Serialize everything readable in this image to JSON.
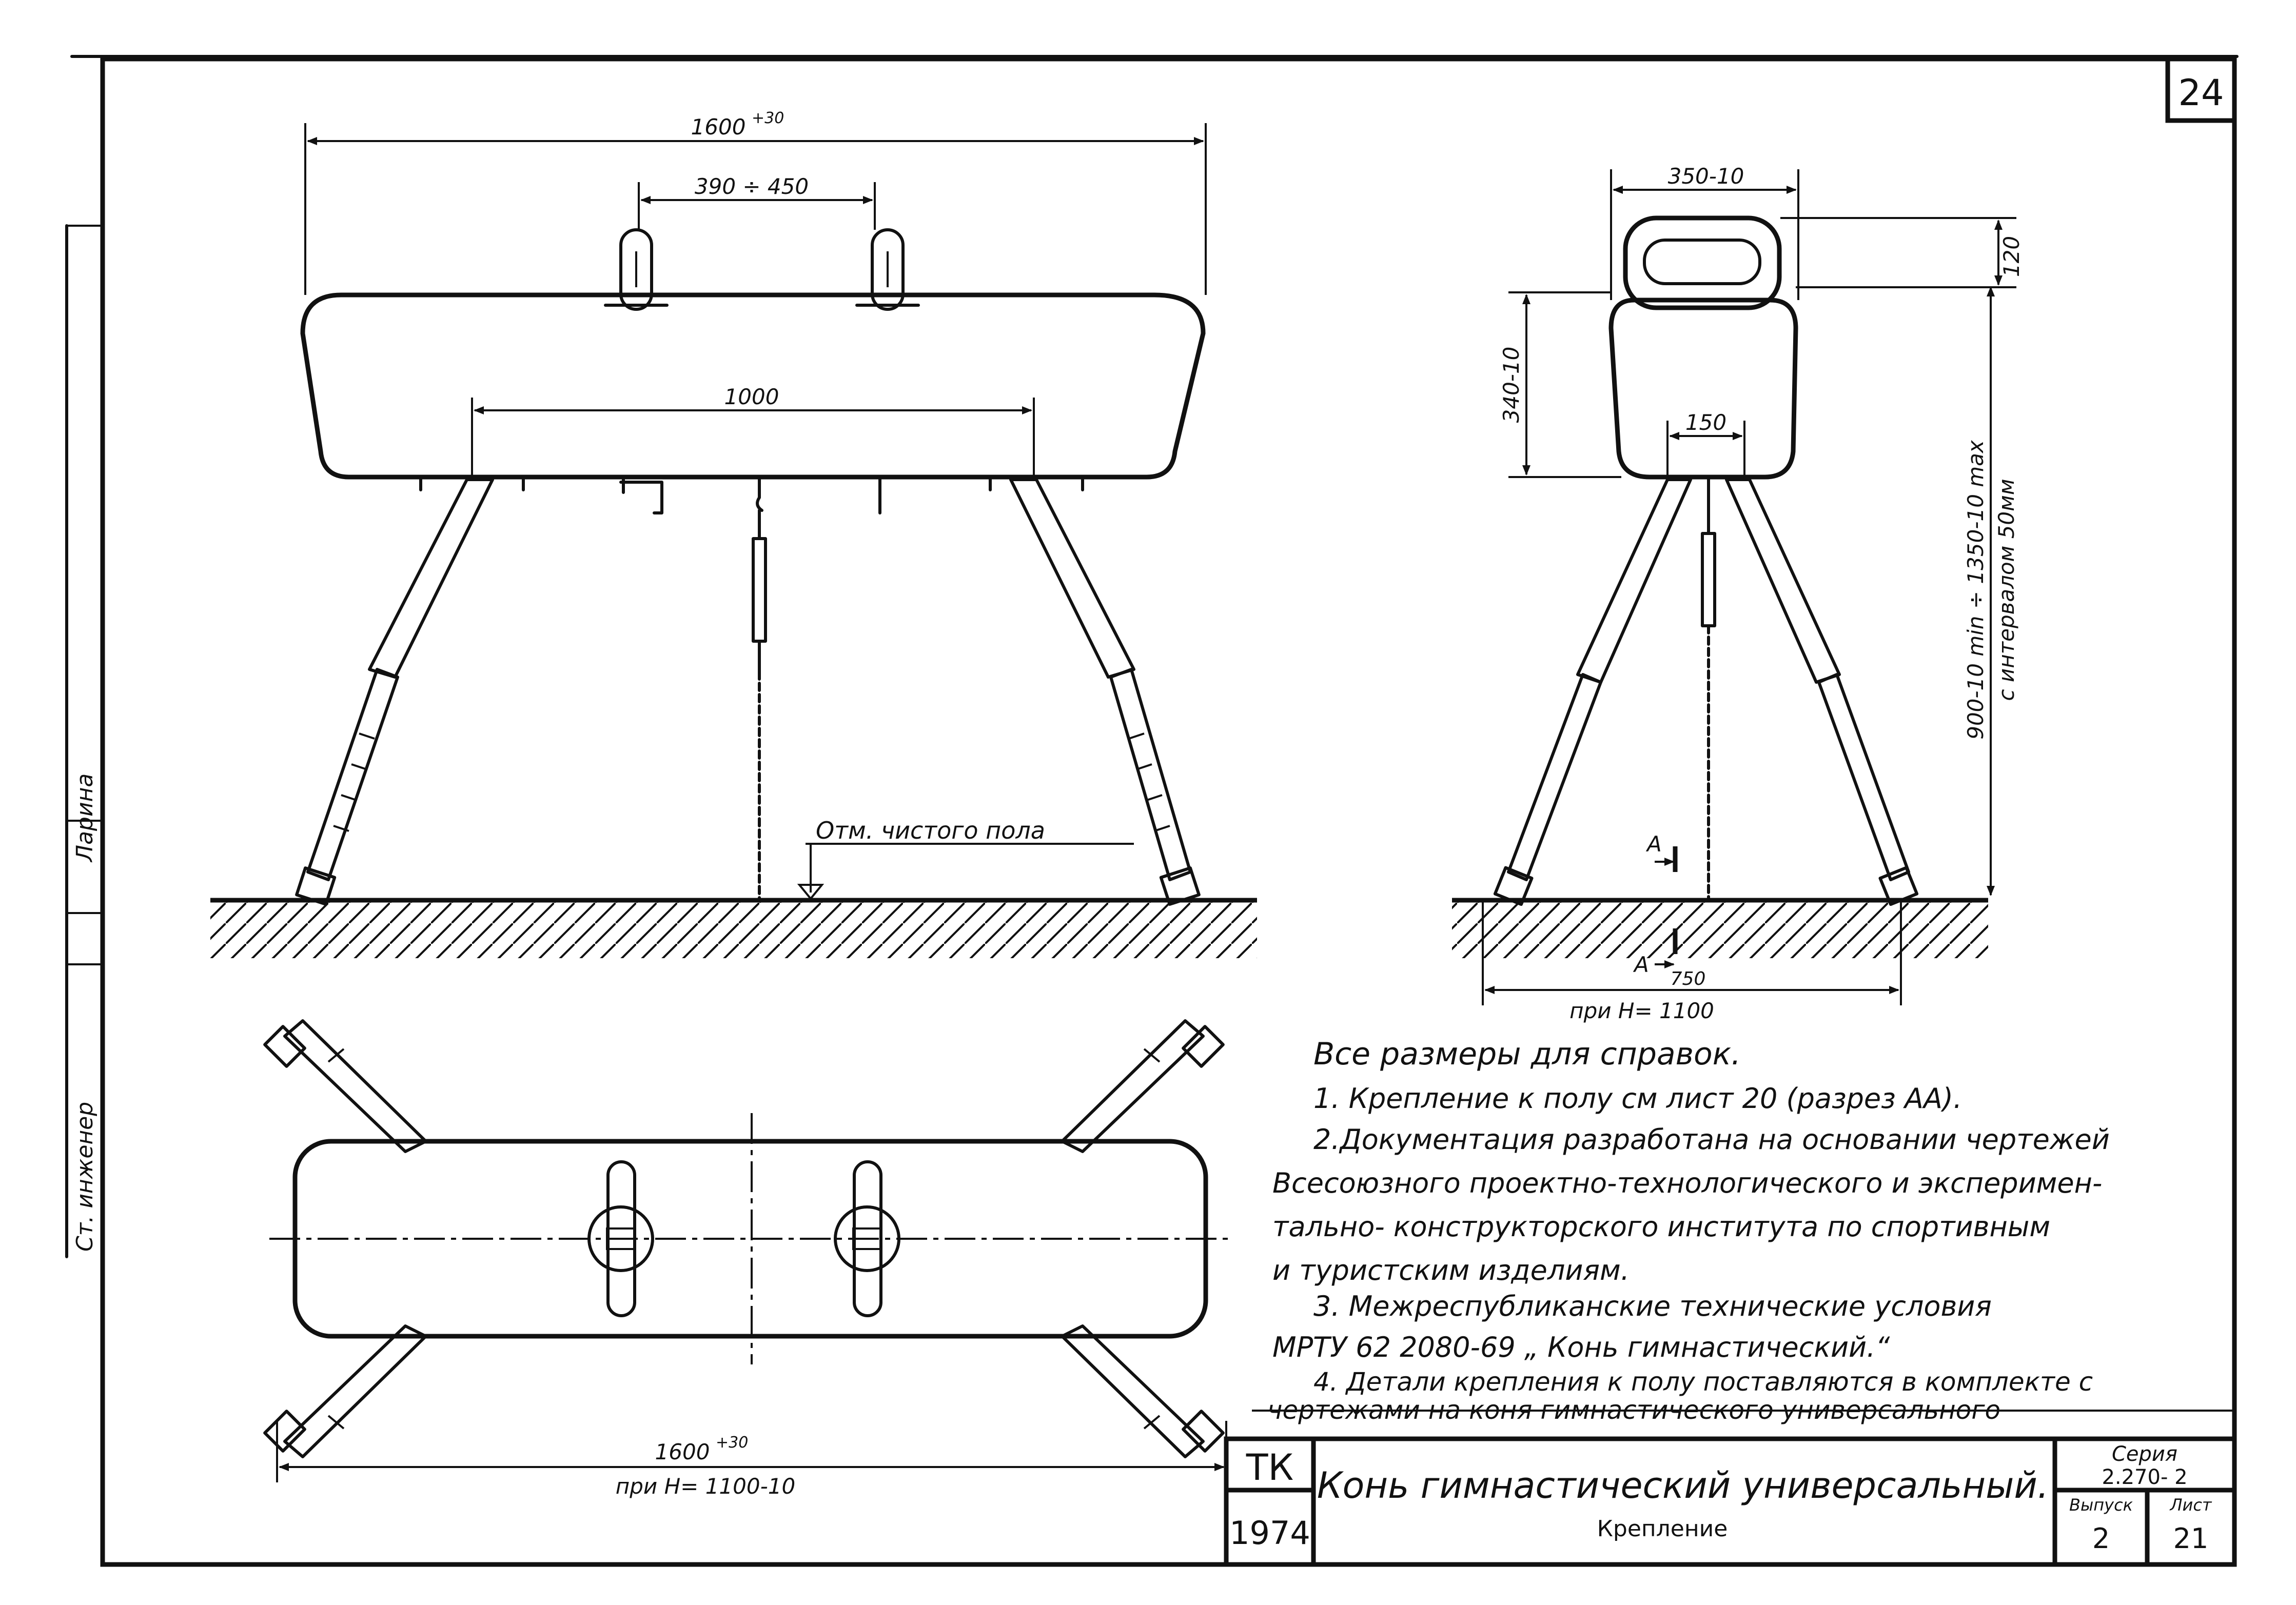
{
  "sheet": {
    "page_number": "24",
    "margin_note_name": "Ларина",
    "margin_note_role": "Ст. инженер"
  },
  "front_view": {
    "dim_total_length": "1600",
    "dim_total_length_tol": "+30",
    "dim_handles_spacing": "390 ÷ 450",
    "dim_legs_spacing": "1000",
    "floor_label": "Отм. чистого пола"
  },
  "side_view": {
    "dim_width": "350-10",
    "dim_handle_height": "120",
    "dim_body_height": "340-10",
    "dim_top_width": "150",
    "dim_height_range_line1": "900-10 min ÷ 1350-10 max",
    "dim_height_range_line2": "с интервалом 50мм",
    "section_mark": "A",
    "dim_base": "750",
    "base_note": "при H= 1100"
  },
  "top_view": {
    "dim_length": "1600",
    "dim_length_tol": "+30",
    "length_note": "при H= 1100-10"
  },
  "notes": {
    "heading": "Все размеры для справок.",
    "n1": "1. Крепление к полу см лист 20 (разрез  АА).",
    "n2a": "2.Документация разработана на основании чертежей",
    "n2b": "Всесоюзного проектно-технологического и эксперимен-",
    "n2c": "тально- конструкторского института по спортивным",
    "n2d": "и туристским изделиям.",
    "n3a": "3. Межреспубликанские технические условия",
    "n3b": "МРТУ 62    2080-69 „ Конь гимнастический.“",
    "n4a": "4. Детали крепления к полу поставляются в комплекте с",
    "n4b": "чертежами на коня гимнастического универсального"
  },
  "title_block": {
    "org": "ТК",
    "year": "1974",
    "title": "Конь гимнастический универсальный.",
    "subtitle": "Крепление",
    "series_label": "Серия",
    "series_value": "2.270- 2",
    "issue_label": "Выпуск",
    "issue_value": "2",
    "sheet_label": "Лист",
    "sheet_value": "21"
  }
}
